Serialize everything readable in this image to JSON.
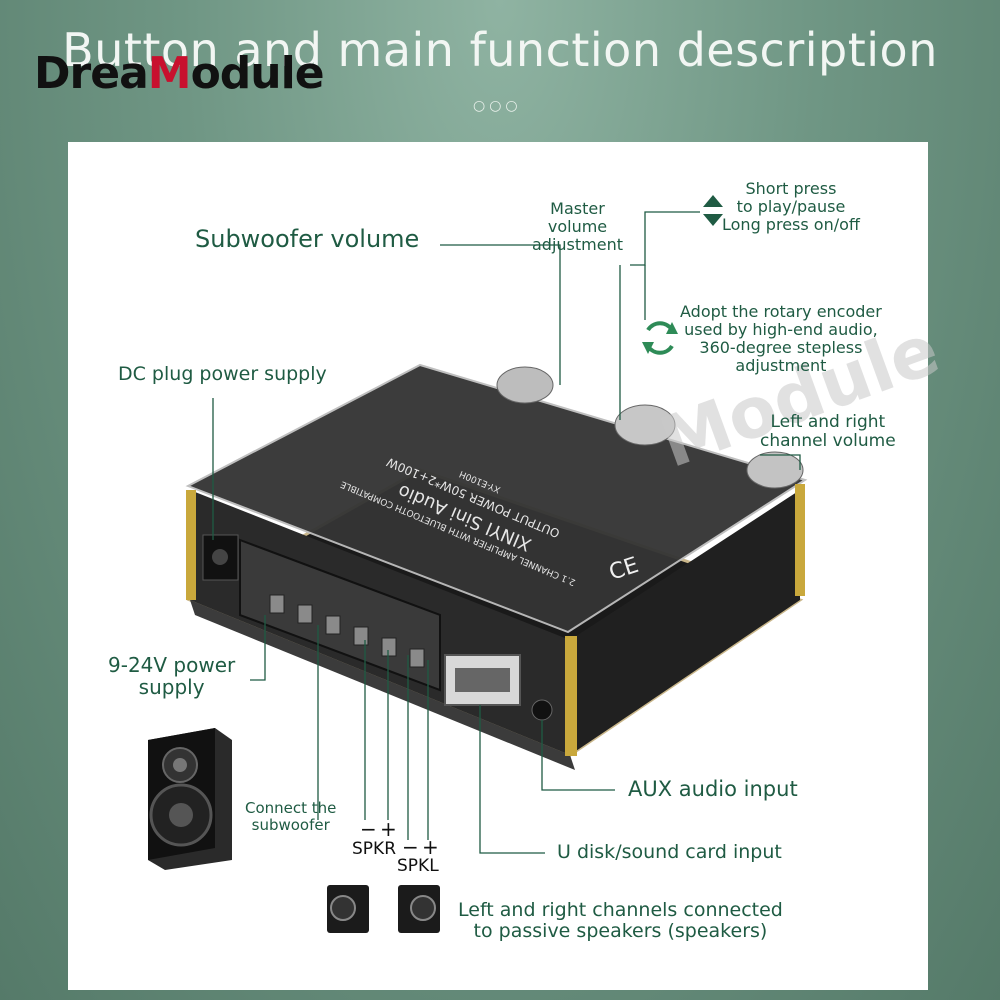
{
  "header": {
    "title": "Button and main function description",
    "brand": "DreaModule",
    "brand_accent_letter": "M",
    "dots": "○○○"
  },
  "colors": {
    "background": "#6f9684",
    "label_text": "#1f5b43",
    "board": "#2b2b2b",
    "brand_accent": "#c8102e"
  },
  "labels": {
    "subwoofer_volume": "Subwoofer volume",
    "master_volume": "Master\nvolume\nadjustment",
    "short_press": "Short press\nto play/pause\nLong press on/off",
    "rotary_encoder": "Adopt the rotary encoder\nused by high-end audio,\n360-degree stepless\nadjustment",
    "lr_volume": "Left and right\nchannel volume",
    "dc_plug": "DC plug power supply",
    "power_supply": "9-24V power\nsupply",
    "connect_subwoofer": "Connect the\nsubwoofer",
    "spkr": "SPKR",
    "spkl": "SPKL",
    "minus": "−",
    "plus": "+",
    "aux": "AUX audio input",
    "udisk": "U disk/sound card input",
    "passive": "Left and right channels connected\nto passive speakers (speakers)"
  },
  "board": {
    "silkscreen_lines": [
      "2.1 CHANNEL AMPLIFIER WITH BLUETOOTH COMPATIBLE",
      "XINYI Sini Audio",
      "OUTPUT POWER 50W*2+100W",
      "XY-E100H"
    ],
    "ce_mark": "CE"
  },
  "icons": [
    "up-down-arrow-icon",
    "rotate-arrows-icon",
    "subwoofer-speaker-icon",
    "passive-speaker-icon"
  ]
}
